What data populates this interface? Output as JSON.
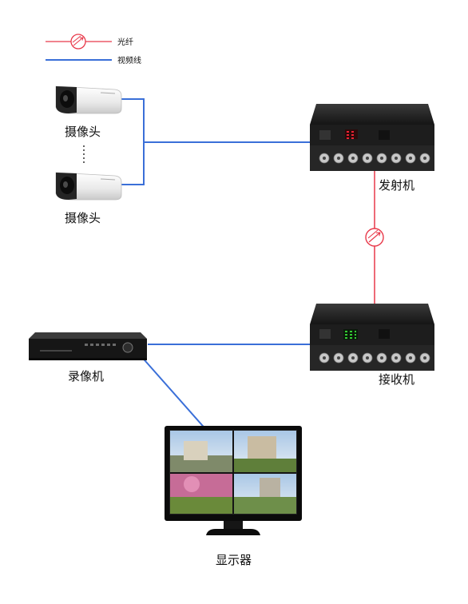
{
  "legend": {
    "fiber_label": "光纤",
    "video_label": "视频线",
    "fiber_color": "#e8394a",
    "video_color": "#3a6fd8"
  },
  "nodes": {
    "camera_top": "摄像头",
    "camera_bottom": "摄像头",
    "transmitter": "发射机",
    "receiver": "接收机",
    "recorder": "录像机",
    "monitor": "显示器"
  },
  "edges": [
    {
      "from": "camera_top",
      "to": "transmitter",
      "type": "video"
    },
    {
      "from": "camera_bottom",
      "to": "transmitter",
      "type": "video"
    },
    {
      "from": "transmitter",
      "to": "receiver",
      "type": "fiber"
    },
    {
      "from": "receiver",
      "to": "recorder",
      "type": "video"
    },
    {
      "from": "recorder",
      "to": "monitor",
      "type": "video"
    }
  ]
}
